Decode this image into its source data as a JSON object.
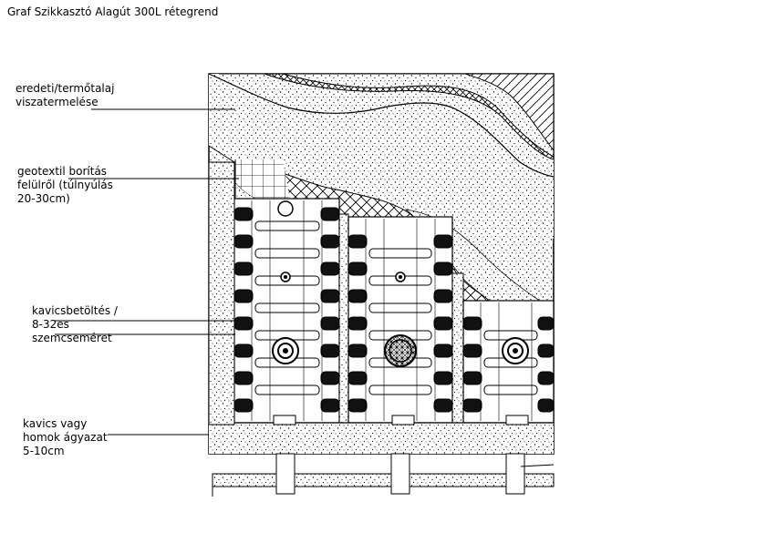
{
  "title": "Graf Szikkasztó Alagút 300L rétegrend",
  "labels": {
    "soil": "eredeti/termőtalaj\nviszatermelése",
    "geotextile": "geotextil borítás\nfelülről (túlnyúlás\n20-30cm)",
    "gravel": "kavicsbetöltés /\n8-32es\nszemcseméret",
    "bedding": "kavics vagy\nhomok ágyazat\n5-10cm"
  }
}
